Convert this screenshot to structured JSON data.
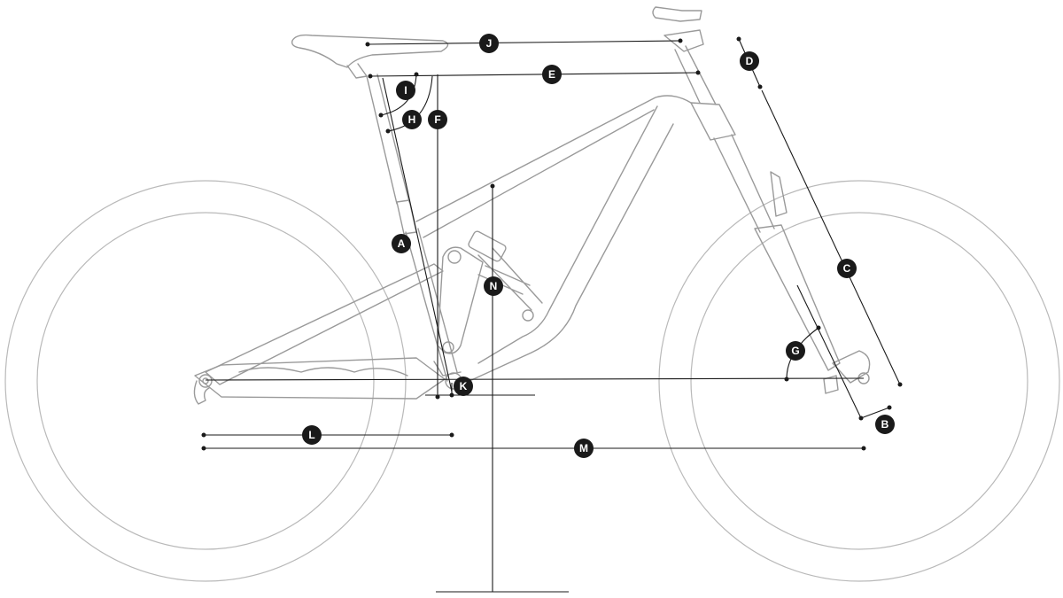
{
  "labels": {
    "A": "A",
    "B": "B",
    "C": "C",
    "D": "D",
    "E": "E",
    "F": "F",
    "G": "G",
    "H": "H",
    "I": "I",
    "J": "J",
    "K": "K",
    "L": "L",
    "M": "M",
    "N": "N"
  },
  "colors": {
    "bike_outline": "#9a9a9a",
    "dimension_lines": "#1a1a1a",
    "badge_fill": "#1a1a1a",
    "badge_text": "#ffffff"
  }
}
